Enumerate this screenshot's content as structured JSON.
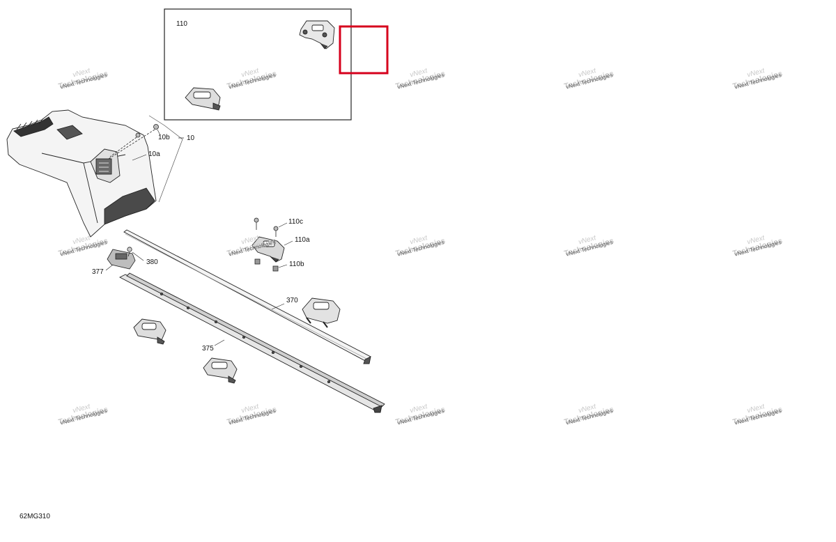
{
  "diagram_code": "62MG310",
  "callouts": {
    "c110": "110",
    "c10b": "10b",
    "c10": "10",
    "c10a": "10a",
    "c110c": "110c",
    "c110a": "110a",
    "c110b": "110b",
    "c380": "380",
    "c377": "377",
    "c370": "370",
    "c375": "375"
  },
  "watermark": {
    "line1": "vNext",
    "line2": "Technologies",
    "line3": "vNext Technologies"
  },
  "highlight_color": "#d6001c",
  "line_color": "#222222"
}
